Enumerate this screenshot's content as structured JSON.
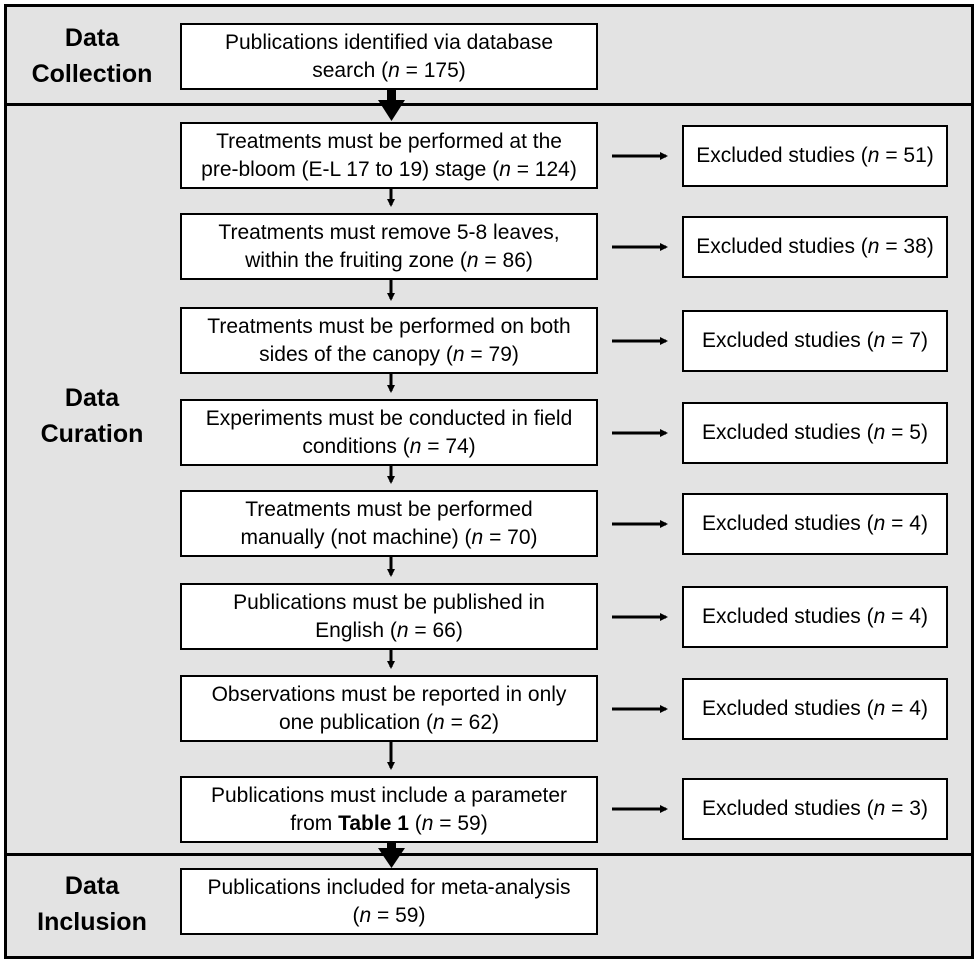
{
  "sections": {
    "collection": [
      "Data",
      "Collection"
    ],
    "curation": [
      "Data",
      "Curation"
    ],
    "inclusion": [
      "Data",
      "Inclusion"
    ]
  },
  "identification": {
    "line1": "Publications identified via database",
    "line2_pre": "search (",
    "n_symbol": "n",
    "line2_post": " = 175)"
  },
  "criteria": [
    {
      "line1": "Treatments must be performed at the",
      "line2_pre": "pre-bloom (E-L 17 to 19) stage (",
      "n": "n",
      "line2_post": " = 124)"
    },
    {
      "line1": "Treatments must remove 5-8 leaves,",
      "line2_pre": "within the fruiting zone (",
      "n": "n",
      "line2_post": " = 86)"
    },
    {
      "line1": "Treatments must be performed on both",
      "line2_pre": "sides of the canopy (",
      "n": "n",
      "line2_post": " = 79)"
    },
    {
      "line1": "Experiments must be conducted in field",
      "line2_pre": "conditions (",
      "n": "n",
      "line2_post": " = 74)"
    },
    {
      "line1": "Treatments must be performed",
      "line2_pre": "manually (not machine) (",
      "n": "n",
      "line2_post": " = 70)"
    },
    {
      "line1": "Publications must be published in",
      "line2_pre": "English (",
      "n": "n",
      "line2_post": " = 66)"
    },
    {
      "line1": "Observations must be reported in only",
      "line2_pre": "one publication (",
      "n": "n",
      "line2_post": " = 62)"
    },
    {
      "line1": "Publications must include a parameter",
      "line2_pre": "from ",
      "bold": "Table 1",
      "line2_mid": " (",
      "n": "n",
      "line2_post": " = 59)"
    }
  ],
  "exclusions": [
    {
      "pre": "Excluded studies (",
      "n": "n",
      "post": " = 51)"
    },
    {
      "pre": "Excluded studies (",
      "n": "n",
      "post": " = 38)"
    },
    {
      "pre": "Excluded studies (",
      "n": "n",
      "post": " = 7)"
    },
    {
      "pre": "Excluded studies (",
      "n": "n",
      "post": " = 5)"
    },
    {
      "pre": "Excluded studies (",
      "n": "n",
      "post": " = 4)"
    },
    {
      "pre": "Excluded studies (",
      "n": "n",
      "post": " = 4)"
    },
    {
      "pre": "Excluded studies (",
      "n": "n",
      "post": " = 4)"
    },
    {
      "pre": "Excluded studies (",
      "n": "n",
      "post": " = 3)"
    }
  ],
  "inclusion": {
    "line1": "Publications included for meta-analysis",
    "line2_pre": "(",
    "n_symbol": "n",
    "line2_post": " = 59)"
  }
}
